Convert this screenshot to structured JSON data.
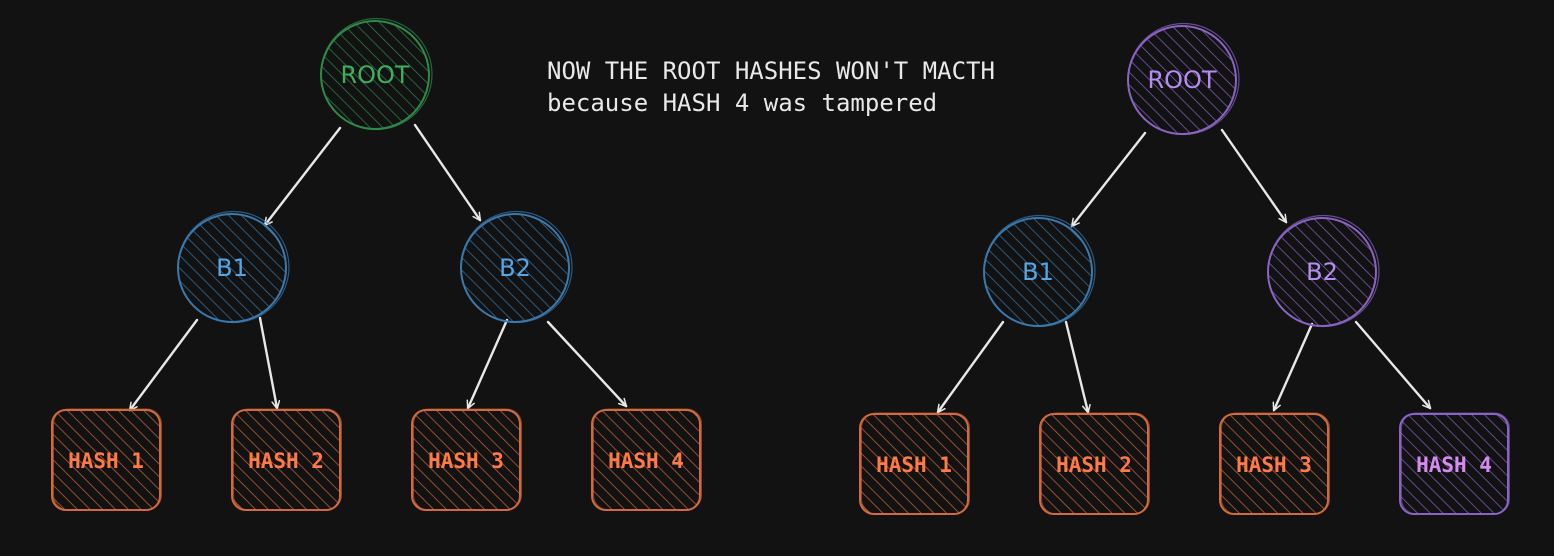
{
  "note": {
    "line1": "NOW THE ROOT HASHES WON'T MACTH",
    "line2": "because HASH 4 was tampered"
  },
  "colors": {
    "background": "#121212",
    "green": "#2f8a4a",
    "green_text": "#3fae5f",
    "blue": "#3a79ad",
    "blue_text": "#55a6e6",
    "purple": "#8a64c4",
    "purple_text": "#b58cf2",
    "orange": "#d26a3c",
    "orange_text": "#ff7a45",
    "magenta_text": "#d68bf0",
    "arrow": "#e8e8e8"
  },
  "trees": [
    {
      "id": "original",
      "root": {
        "label": "ROOT",
        "color": "green"
      },
      "b1": {
        "label": "B1",
        "color": "blue"
      },
      "b2": {
        "label": "B2",
        "color": "blue"
      },
      "leaves": [
        {
          "label": "HASH 1",
          "color": "orange"
        },
        {
          "label": "HASH 2",
          "color": "orange"
        },
        {
          "label": "HASH 3",
          "color": "orange"
        },
        {
          "label": "HASH 4",
          "color": "orange"
        }
      ]
    },
    {
      "id": "tampered",
      "root": {
        "label": "ROOT",
        "color": "purple"
      },
      "b1": {
        "label": "B1",
        "color": "blue"
      },
      "b2": {
        "label": "B2",
        "color": "purple"
      },
      "leaves": [
        {
          "label": "HASH 1",
          "color": "orange"
        },
        {
          "label": "HASH 2",
          "color": "orange"
        },
        {
          "label": "HASH 3",
          "color": "orange"
        },
        {
          "label": "HASH 4",
          "color": "purple"
        }
      ]
    }
  ]
}
